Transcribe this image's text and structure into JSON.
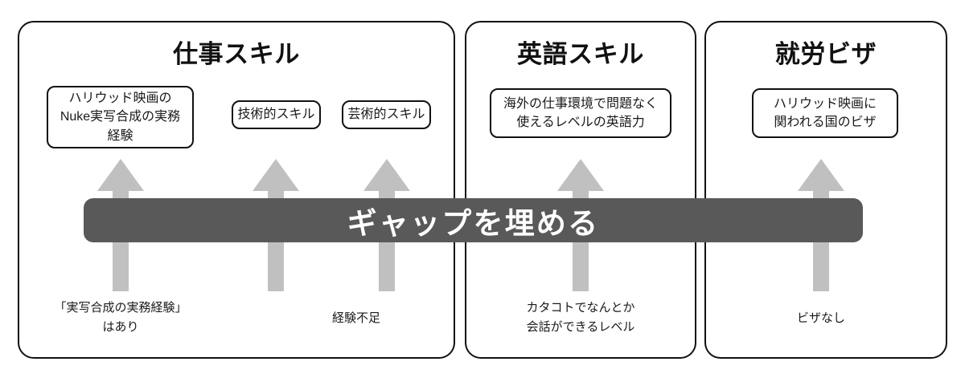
{
  "diagram": {
    "banner": {
      "label": "ギャップを埋める",
      "background_color": "#595959",
      "text_color": "#ffffff"
    },
    "arrow_color": "#c0c0c0",
    "border_color": "#111111",
    "panels": [
      {
        "id": "work-skill",
        "title": "仕事スキル",
        "goals": [
          {
            "id": "nuke-experience",
            "text": "ハリウッド映画の\nNuke実写合成の実務\n経験"
          },
          {
            "id": "technical-skill",
            "text": "技術的スキル"
          },
          {
            "id": "artistic-skill",
            "text": "芸術的スキル"
          }
        ],
        "captions": [
          {
            "id": "has-compositing-experience",
            "text": "「実写合成の実務経験」\nはあり"
          },
          {
            "id": "lack-of-experience",
            "text": "経験不足"
          }
        ]
      },
      {
        "id": "english-skill",
        "title": "英語スキル",
        "goals": [
          {
            "id": "business-english",
            "text": "海外の仕事環境で問題なく\n使えるレベルの英語力"
          }
        ],
        "captions": [
          {
            "id": "broken-conversation-level",
            "text": "カタコトでなんとか\n会話ができるレベル"
          }
        ]
      },
      {
        "id": "work-visa",
        "title": "就労ビザ",
        "goals": [
          {
            "id": "hollywood-country-visa",
            "text": "ハリウッド映画に\n関われる国のビザ"
          }
        ],
        "captions": [
          {
            "id": "no-visa",
            "text": "ビザなし"
          }
        ]
      }
    ]
  }
}
